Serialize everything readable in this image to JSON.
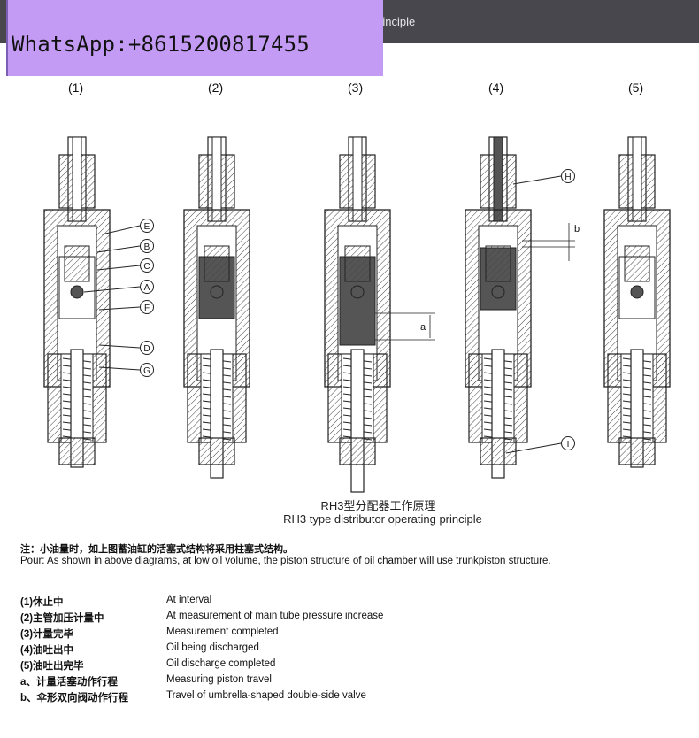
{
  "header": {
    "title_fragment": "rinciple",
    "watermark": "WhatsApp:+8615200817455"
  },
  "diagram": {
    "stage_labels": [
      "(1)",
      "(2)",
      "(3)",
      "(4)",
      "(5)"
    ],
    "callouts": [
      "E",
      "B",
      "C",
      "A",
      "F",
      "D",
      "G",
      "H",
      "I"
    ],
    "dimension_labels": {
      "a": "a",
      "b": "b"
    },
    "colors": {
      "line": "#222222",
      "fill_dark": "#555555",
      "hatch": "#444444"
    }
  },
  "caption": {
    "cn": "RH3型分配器工作原理",
    "en": "RH3 type distributor operating principle"
  },
  "note": {
    "cn": "注：小油量时，如上图蓄油缸的活塞式结构将采用柱塞式结构。",
    "en": "Pour: As shown in above diagrams, at low oil volume, the piston structure of oil chamber will use trunkpiston structure."
  },
  "legend": [
    {
      "key": "(1)休止中",
      "value": "At interval"
    },
    {
      "key": "(2)主管加压计量中",
      "value": "At measurement of main tube pressure increase"
    },
    {
      "key": "(3)计量完毕",
      "value": "Measurement completed"
    },
    {
      "key": "(4)油吐出中",
      "value": "Oil being discharged"
    },
    {
      "key": "(5)油吐出完毕",
      "value": "Oil discharge completed"
    },
    {
      "key": "a、计量活塞动作行程",
      "value": "Measuring piston travel"
    },
    {
      "key": "b、伞形双向阀动作行程",
      "value": "Travel of umbrella-shaped double-side valve"
    }
  ]
}
